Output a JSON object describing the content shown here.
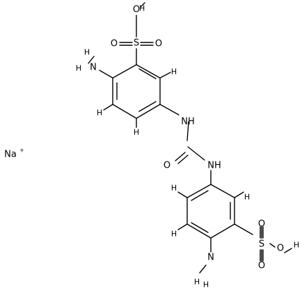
{
  "molecule": {
    "counterion": "Na",
    "counterion_charge": "+",
    "atom_symbols": {
      "hydrogen": "H",
      "oxygen": "O",
      "sulfur": "S",
      "nitrogen": "N",
      "amine_h": "H"
    },
    "groups": {
      "top_amino": {
        "H": "H",
        "N": "N"
      },
      "top_sulfo": {
        "O": "O",
        "S": "S",
        "H": "H"
      },
      "urea": {
        "NH": "NH",
        "O": "O"
      },
      "bottom_amino": {
        "H": "H",
        "N": "N"
      },
      "bottom_sulfo": {
        "O": "O",
        "S": "S",
        "H": "H"
      }
    }
  }
}
